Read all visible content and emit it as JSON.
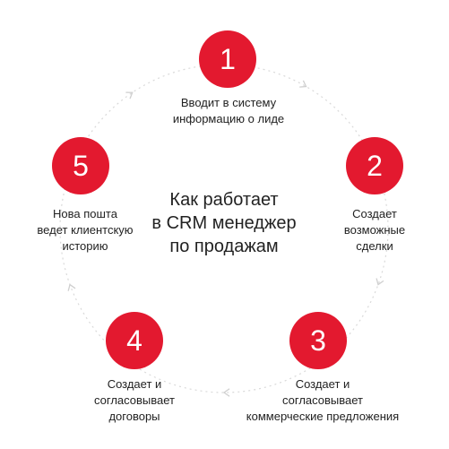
{
  "center_title": "Как работает\nв CRM менеджер\nпо продажам",
  "colors": {
    "accent": "#e3192f",
    "ring": "#cfcfcf",
    "text": "#222222"
  },
  "steps": [
    {
      "number": "1",
      "label": "Вводит в систему\nинформацию о лиде"
    },
    {
      "number": "2",
      "label": "Создает\nвозможные\nсделки"
    },
    {
      "number": "3",
      "label": "Создает и\nсогласовывает\nкоммерческие предложения"
    },
    {
      "number": "4",
      "label": "Создает и\nсогласовывает\nдоговоры"
    },
    {
      "number": "5",
      "label": "Нова пошта\nведет клиентскую\nисторию"
    }
  ]
}
